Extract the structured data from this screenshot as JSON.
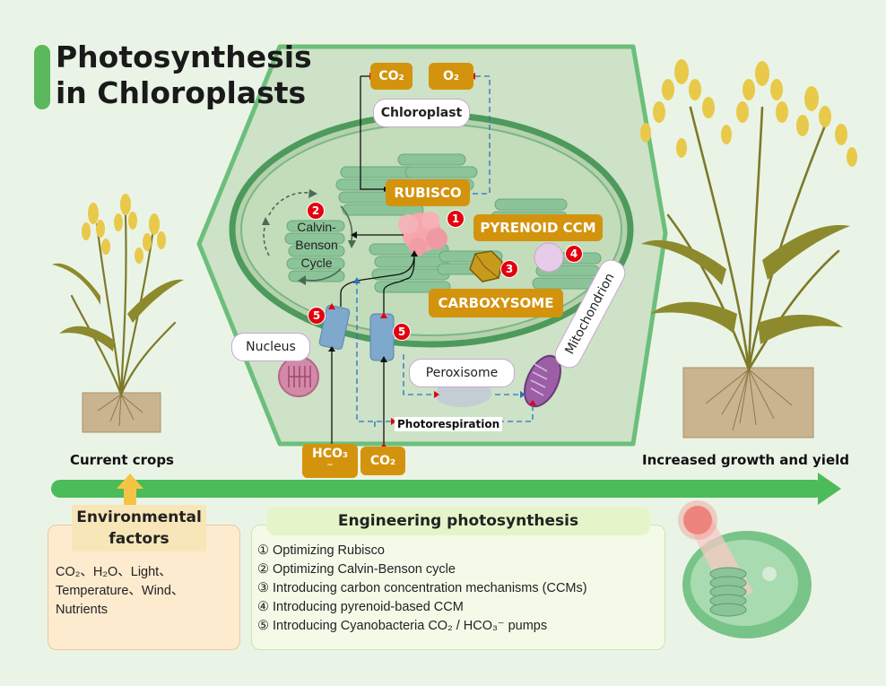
{
  "title": {
    "line1": "Photosynthesis",
    "line2": "in Chloroplasts"
  },
  "chloroplast": {
    "label": "Chloroplast",
    "co2_label": "CO₂",
    "o2_label": "O₂",
    "rubisco_label": "RUBISCO",
    "calvin_label_line1": "Calvin-",
    "calvin_label_line2": "Benson",
    "calvin_label_line3": "Cycle",
    "pyrenoid_label": "PYRENOID CCM",
    "carboxysome_label": "CARBOXYSOME",
    "nucleus_label": "Nucleus",
    "peroxisome_label": "Peroxisome",
    "mitochondrion_label": "Mitochondrion",
    "photorespiration_label": "Photorespiration",
    "hco3_label_line1": "HCO₃",
    "hco3_label_line2": "⁻",
    "co2_bottom_label": "CO₂"
  },
  "badges": {
    "b1": "1",
    "b2": "2",
    "b3": "3",
    "b4": "4",
    "b5a": "5",
    "b5b": "5"
  },
  "crops": {
    "current": "Current crops",
    "increased": "Increased growth and yield"
  },
  "environmental": {
    "title_line1": "Environmental",
    "title_line2": "factors",
    "text_line1": "CO₂、H₂O、Light、",
    "text_line2": "Temperature、Wind、",
    "text_line3": "Nutrients"
  },
  "engineering": {
    "title": "Engineering photosynthesis",
    "items": [
      "① Optimizing Rubisco",
      "② Optimizing Calvin-Benson cycle",
      "③ Introducing carbon concentration mechanisms (CCMs)",
      "④ Introducing pyrenoid-based CCM",
      "⑤ Introducing Cyanobacteria CO₂ / HCO₃⁻ pumps"
    ]
  },
  "colors": {
    "accent_green": "#5cb85c",
    "gold": "#d4930d",
    "badge_red": "#e3000f"
  }
}
